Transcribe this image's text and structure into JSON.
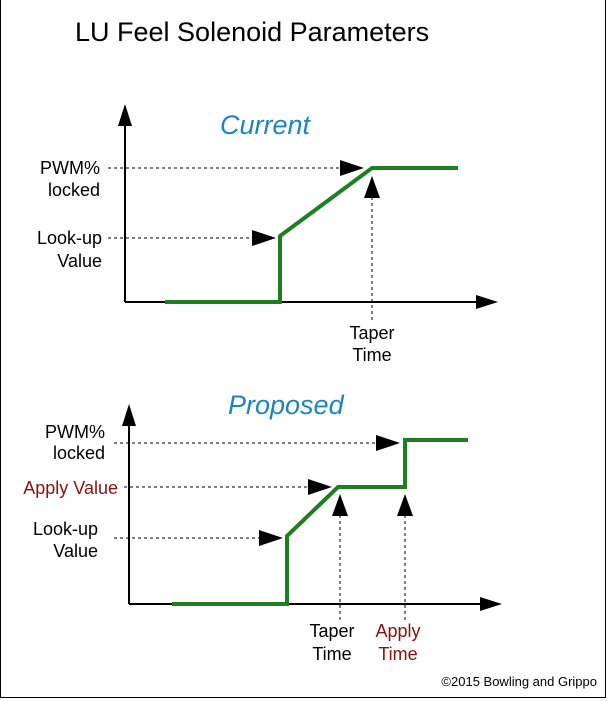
{
  "title": "LU Feel Solenoid Parameters",
  "colors": {
    "line": "#1e7f1e",
    "heading": "#1c84c6",
    "apply": "#8b1010",
    "text": "#000000"
  },
  "current": {
    "heading": "Current",
    "pwm_label_1": "PWM%",
    "pwm_label_2": "locked",
    "lookup_label_1": "Look-up",
    "lookup_label_2": "Value",
    "taper_label_1": "Taper",
    "taper_label_2": "Time"
  },
  "proposed": {
    "heading": "Proposed",
    "pwm_label_1": "PWM%",
    "pwm_label_2": "locked",
    "apply_value_label": "Apply Value",
    "lookup_label_1": "Look-up",
    "lookup_label_2": "Value",
    "taper_label_1": "Taper",
    "taper_label_2": "Time",
    "apply_time_label_1": "Apply",
    "apply_time_label_2": "Time"
  },
  "copyright": "©2015 Bowling and Grippo"
}
